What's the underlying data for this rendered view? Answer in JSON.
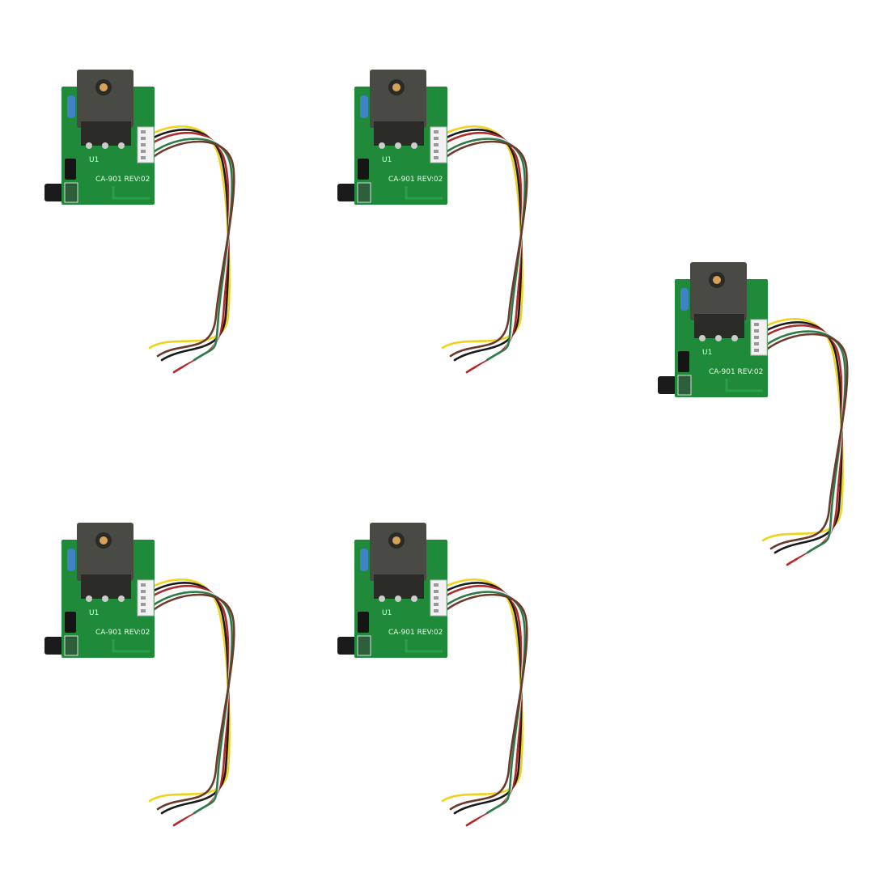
{
  "product": {
    "board_count": 5,
    "silkscreen_model": "CA-901 REV:02",
    "silkscreen_ref": "U1",
    "colors": {
      "pcb": "#1f8a3a",
      "relay": "#4a4a44",
      "resistor": "#3e84c4",
      "connector": "#f2f2f2",
      "wires": [
        "#f0d21a",
        "#1a1a1a",
        "#b02a2a",
        "#f5f5f5",
        "#2e7a4a",
        "#6b3a2a"
      ]
    }
  }
}
